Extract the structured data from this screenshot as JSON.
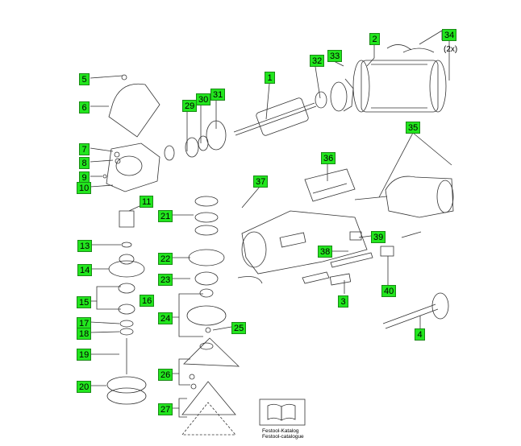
{
  "parts": [
    {
      "number": "1"
    },
    {
      "number": "2"
    },
    {
      "number": "3"
    },
    {
      "number": "4"
    },
    {
      "number": "5"
    },
    {
      "number": "6"
    },
    {
      "number": "7"
    },
    {
      "number": "8"
    },
    {
      "number": "9"
    },
    {
      "number": "10"
    },
    {
      "number": "11"
    },
    {
      "number": "13"
    },
    {
      "number": "14"
    },
    {
      "number": "15"
    },
    {
      "number": "16"
    },
    {
      "number": "17"
    },
    {
      "number": "18"
    },
    {
      "number": "19"
    },
    {
      "number": "20"
    },
    {
      "number": "21"
    },
    {
      "number": "22"
    },
    {
      "number": "23"
    },
    {
      "number": "24"
    },
    {
      "number": "25"
    },
    {
      "number": "26"
    },
    {
      "number": "27"
    },
    {
      "number": "29"
    },
    {
      "number": "30"
    },
    {
      "number": "31"
    },
    {
      "number": "32"
    },
    {
      "number": "33"
    },
    {
      "number": "34"
    },
    {
      "number": "35"
    },
    {
      "number": "36"
    },
    {
      "number": "37"
    },
    {
      "number": "38"
    },
    {
      "number": "39"
    },
    {
      "number": "40"
    }
  ],
  "quantity_note": "(2x)",
  "catalog": {
    "line1": "Festool-Katalog",
    "line2": "Festool-catalogue"
  },
  "colors": {
    "callout_fill": "#22e61e",
    "line": "#333333"
  }
}
